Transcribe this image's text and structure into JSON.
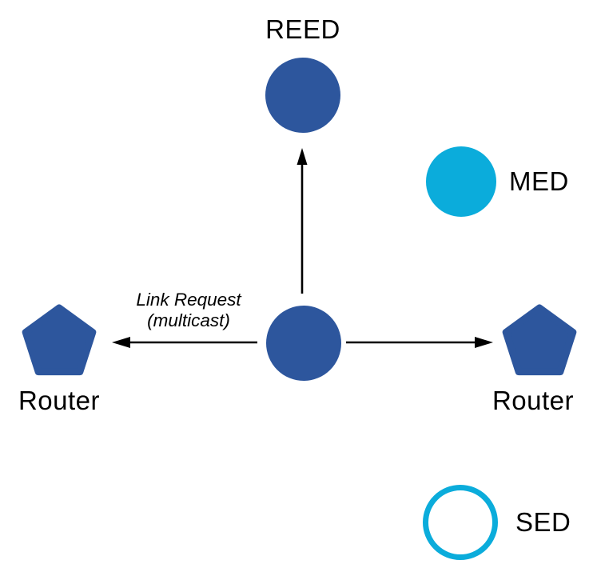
{
  "colors": {
    "node_blue": "#2D569D",
    "node_cyan": "#0BACDB",
    "arrow_black": "#000000",
    "background": "#FFFFFF",
    "text": "#000000"
  },
  "nodes": {
    "reed": {
      "label": "REED",
      "shape": "circle",
      "fill": "blue"
    },
    "med": {
      "label": "MED",
      "shape": "circle",
      "fill": "cyan"
    },
    "center": {
      "label": "",
      "shape": "circle",
      "fill": "blue"
    },
    "router_left": {
      "label": "Router",
      "shape": "pentagon",
      "fill": "blue"
    },
    "router_right": {
      "label": "Router",
      "shape": "pentagon",
      "fill": "blue"
    },
    "sed": {
      "label": "SED",
      "shape": "circle-outline",
      "stroke": "cyan"
    }
  },
  "annotation": {
    "line1": "Link Request",
    "line2": "(multicast)"
  },
  "arrows": [
    {
      "name": "arrow-up",
      "from": "center-node",
      "to": "reed-node",
      "direction": "up"
    },
    {
      "name": "arrow-left",
      "from": "center-node",
      "to": "router-left-node",
      "direction": "left",
      "label": "Link Request (multicast)"
    },
    {
      "name": "arrow-right",
      "from": "center-node",
      "to": "router-right-node",
      "direction": "right"
    }
  ]
}
